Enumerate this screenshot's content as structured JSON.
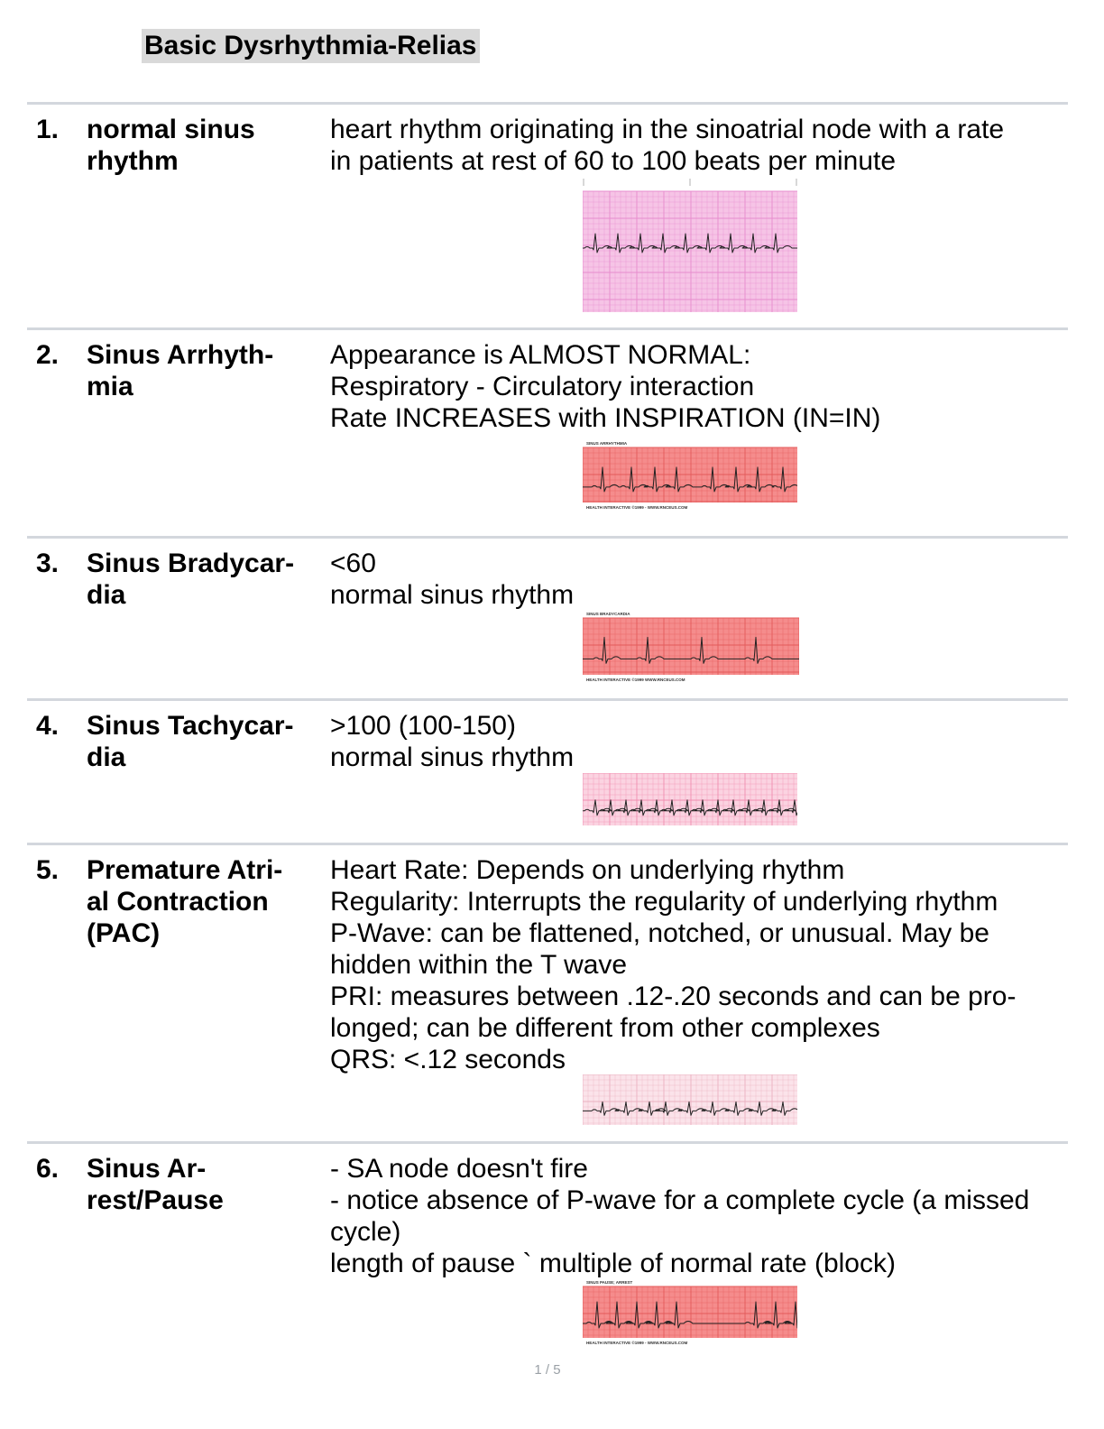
{
  "title": "Basic Dysrhythmia-Relias",
  "cards": [
    {
      "number": "1.",
      "term_lines": [
        "normal sinus",
        "rhythm"
      ],
      "def_lines": [
        "heart rhythm originating in the sinoatrial node with a rate",
        "in patients at rest of 60 to 100 beats per minute"
      ],
      "strip": {
        "label": "",
        "footer": "",
        "icon": "ecg-strip-normal-sinus-rhythm",
        "bg": "#f6c4e6",
        "grid": "#e78ccd"
      }
    },
    {
      "number": "2.",
      "term_lines": [
        "Sinus Arrhyth-",
        "mia"
      ],
      "def_lines": [
        "Appearance is ALMOST NORMAL:",
        "Respiratory - Circulatory interaction",
        "Rate INCREASES with INSPIRATION (IN=IN)"
      ],
      "strip": {
        "label": "SINUS ARRHYTHMIA",
        "footer": "HEALTH INTERACTIVE ©1999 - WWW.RNCEUS.COM",
        "icon": "ecg-strip-sinus-arrhythmia",
        "bg": "#f58c8c",
        "grid": "#e45a5a"
      }
    },
    {
      "number": "3.",
      "term_lines": [
        "Sinus Bradycar-",
        "dia"
      ],
      "def_lines": [
        "<60",
        "normal sinus rhythm"
      ],
      "strip": {
        "label": "SINUS BRADYCARDIA",
        "footer": "HEALTH INTERACTIVE ©1999 WWW.RNCEUS.COM",
        "icon": "ecg-strip-sinus-bradycardia",
        "bg": "#f58c8c",
        "grid": "#e45a5a"
      }
    },
    {
      "number": "4.",
      "term_lines": [
        "Sinus Tachycar-",
        "dia"
      ],
      "def_lines": [
        ">100 (100-150)",
        "normal sinus rhythm"
      ],
      "strip": {
        "label": "",
        "footer": "",
        "icon": "ecg-strip-sinus-tachycardia",
        "bg": "#fbd3e1",
        "grid": "#f08db0"
      }
    },
    {
      "number": "5.",
      "term_lines": [
        "Premature Atri-",
        "al Contraction",
        "(PAC)"
      ],
      "def_lines": [
        "Heart Rate: Depends on underlying rhythm",
        "Regularity: Interrupts the regularity of underlying rhythm",
        "P-Wave: can be flattened, notched, or unusual. May be",
        "hidden within the T wave",
        "PRI: measures between .12-.20 seconds and can be pro-",
        "longed; can be different from other complexes",
        "QRS: <.12 seconds"
      ],
      "strip": {
        "label": "",
        "footer": "",
        "icon": "ecg-strip-premature-atrial-contraction",
        "bg": "#fbe3ea",
        "grid": "#eab0c0"
      }
    },
    {
      "number": "6.",
      "term_lines": [
        "Sinus Ar-",
        "rest/Pause"
      ],
      "def_lines": [
        "- SA node doesn't fire",
        "- notice absence of P-wave for a complete cycle (a missed",
        "cycle)",
        "length of pause ` multiple of normal rate (block)"
      ],
      "strip": {
        "label": "SINUS PAUSE; ARREST",
        "footer": "HEALTH INTERACTIVE ©1999 - WWW.RNCEUS.COM",
        "icon": "ecg-strip-sinus-pause",
        "bg": "#f58c8c",
        "grid": "#e45a5a"
      }
    }
  ],
  "page_footer": "1 / 5"
}
